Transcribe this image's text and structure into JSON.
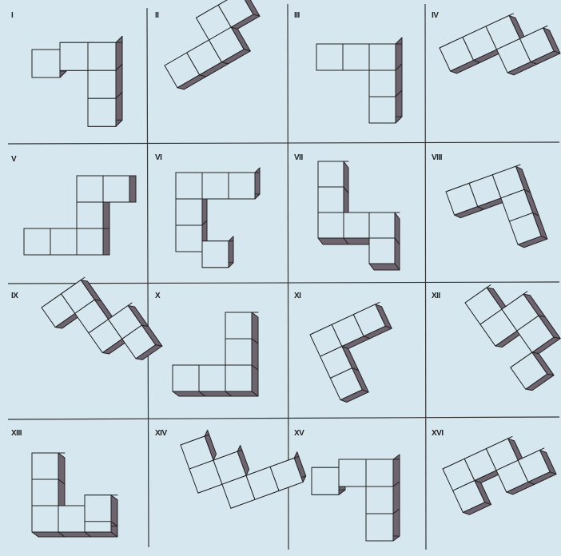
{
  "puzzle": {
    "background": "#d6e7ef",
    "line_color": "#222222",
    "shade_color": "#6e6470",
    "figures": [
      {
        "label": "I",
        "description": "blocks"
      },
      {
        "label": "II",
        "description": "blocks"
      },
      {
        "label": "III",
        "description": "blocks"
      },
      {
        "label": "IV",
        "description": "blocks"
      },
      {
        "label": "V",
        "description": "blocks"
      },
      {
        "label": "VI",
        "description": "blocks"
      },
      {
        "label": "VII",
        "description": "blocks"
      },
      {
        "label": "VIII",
        "description": "blocks"
      },
      {
        "label": "IX",
        "description": "blocks"
      },
      {
        "label": "X",
        "description": "blocks"
      },
      {
        "label": "XI",
        "description": "blocks"
      },
      {
        "label": "XII",
        "description": "blocks"
      },
      {
        "label": "XIII",
        "description": "blocks"
      },
      {
        "label": "XIV",
        "description": "blocks"
      },
      {
        "label": "XV",
        "description": "blocks"
      },
      {
        "label": "XVI",
        "description": "blocks"
      }
    ]
  }
}
